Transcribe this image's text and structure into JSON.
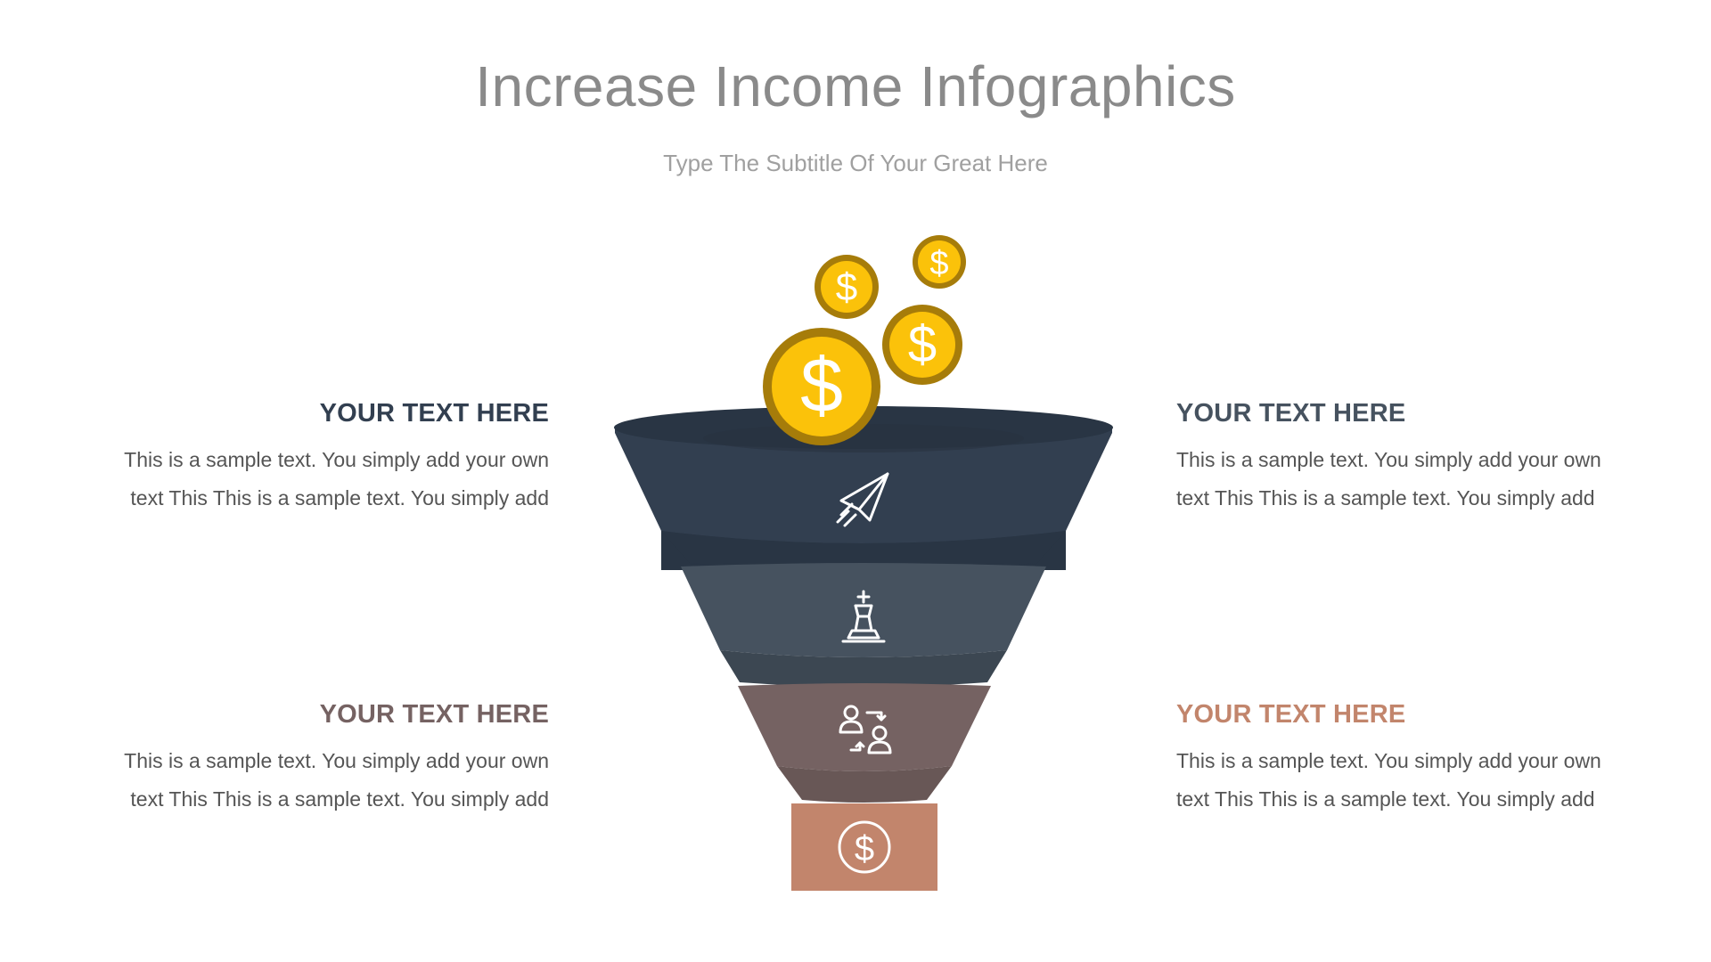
{
  "title": "Increase Income Infographics",
  "subtitle": "Type The Subtitle Of Your Great Here",
  "colors": {
    "title": "#8a8a8a",
    "subtitle": "#a0a0a0",
    "body_text": "#555555",
    "funnel_top": "#323f50",
    "funnel_top_dark": "#293544",
    "funnel_mid": "#46525f",
    "funnel_mid_dark": "#3c4752",
    "funnel_low": "#756262",
    "funnel_low_dark": "#685756",
    "base": "#c2856c",
    "coin_fill": "#fbc20a",
    "coin_ring": "#a67c0a",
    "heading_tl": "#323f50",
    "heading_tr": "#46525f",
    "heading_bl": "#756262",
    "heading_br": "#c2856c"
  },
  "blocks": {
    "top_left": {
      "heading": "YOUR TEXT HERE",
      "line1": "This is a sample text. You simply add your own",
      "line2": "text This This is a sample text. You simply add"
    },
    "top_right": {
      "heading": "YOUR TEXT HERE",
      "line1": "This is a sample text. You simply add your own",
      "line2": "text This This is a sample text. You simply add"
    },
    "bottom_left": {
      "heading": "YOUR TEXT HERE",
      "line1": "This is a sample text. You simply add your own",
      "line2": "text This This is a sample text. You simply add"
    },
    "bottom_right": {
      "heading": "YOUR TEXT HERE",
      "line1": "This is a sample text. You simply add your own",
      "line2": "text This This is a sample text. You simply add"
    }
  },
  "coins": {
    "symbol": "$"
  },
  "funnel_icons": {
    "level1": "paper-plane-icon",
    "level2": "chess-king-icon",
    "level3": "user-exchange-icon",
    "base": "dollar-circle-icon"
  }
}
